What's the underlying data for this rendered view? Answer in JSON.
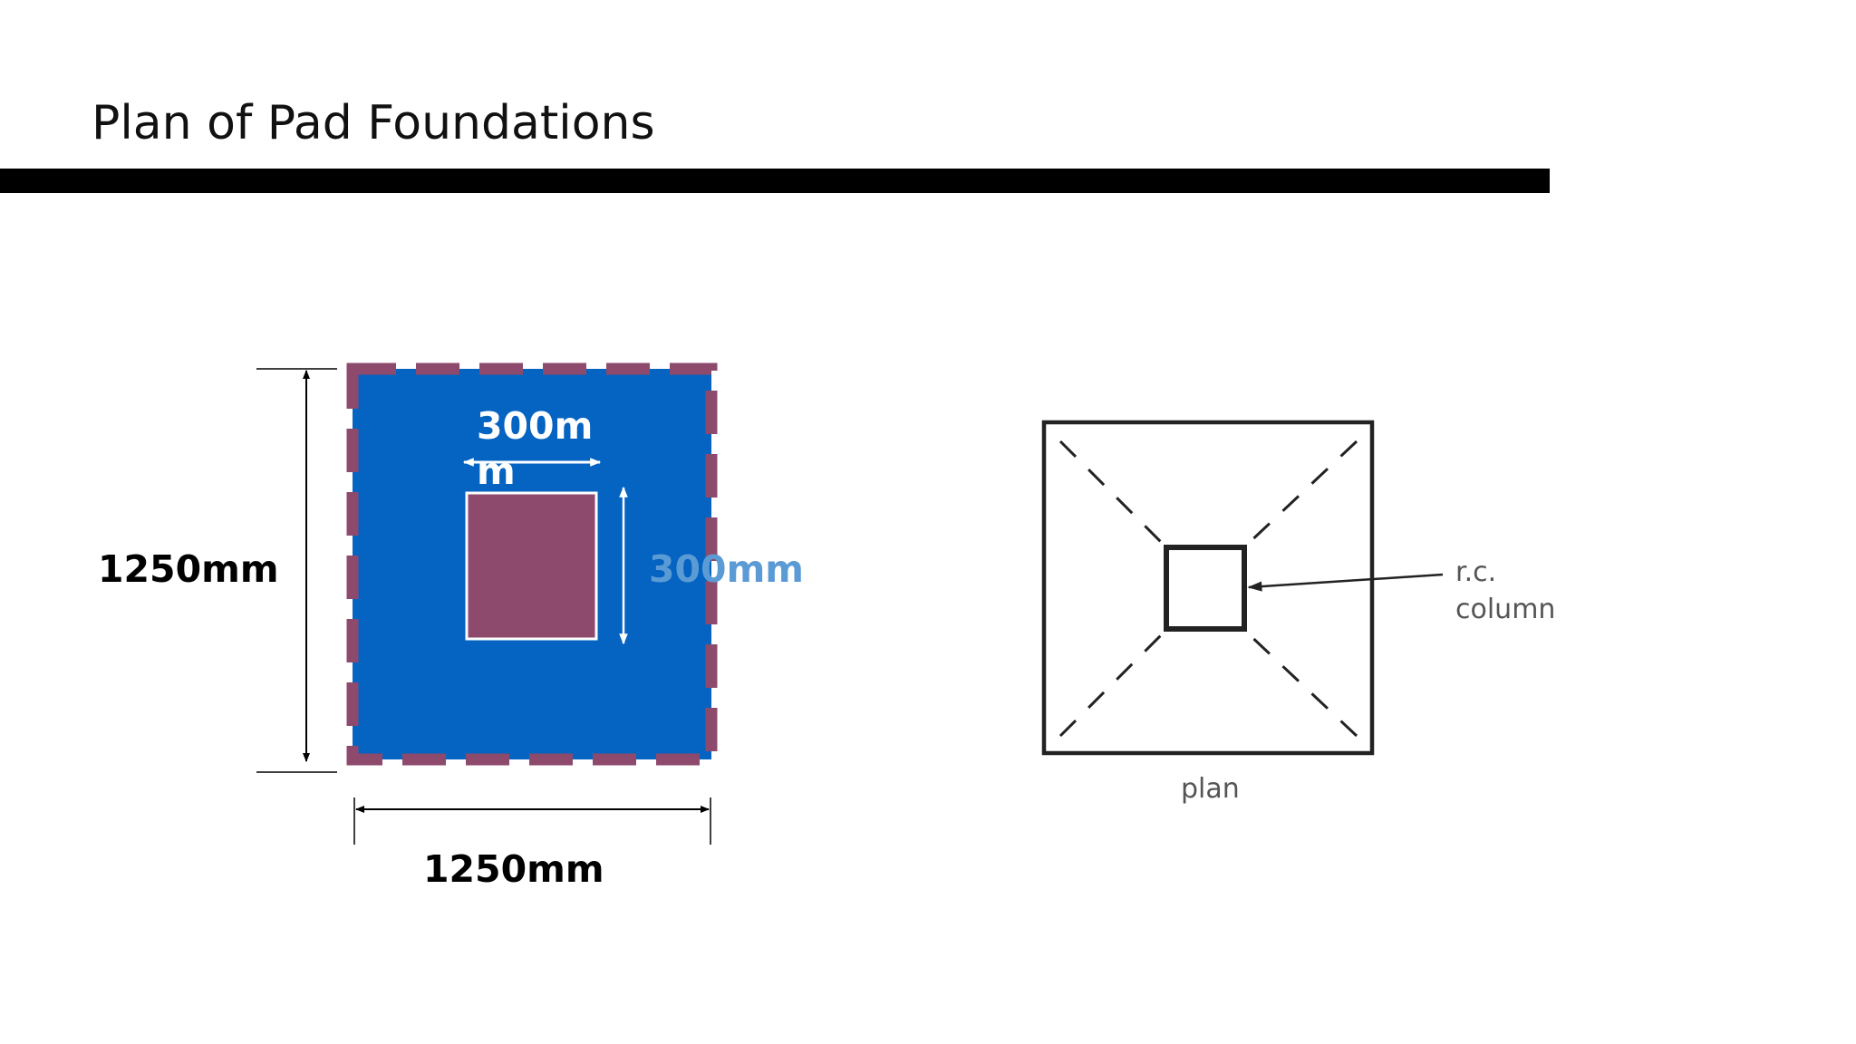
{
  "slide": {
    "title": "Plan of Pad Foundations"
  },
  "left_diagram": {
    "colors": {
      "pad_fill": "#0563C1",
      "dash_border": "#8E4A6C",
      "column_fill": "#8E4A6C",
      "column_outline": "#ffffff",
      "top_dim_text": "#ffffff",
      "right_dim_text": "#5B9BD5",
      "outer_dim_text": "#000000"
    },
    "labels": {
      "pad_height": "1250mm",
      "pad_width": "1250mm",
      "column_width_line1": "300m",
      "column_width_line2": "m",
      "column_height": "300mm"
    }
  },
  "right_diagram": {
    "labels": {
      "caption": "plan",
      "column_line1": "r.c.",
      "column_line2": "column"
    },
    "colors": {
      "stroke": "#222222",
      "text": "#555555"
    }
  }
}
